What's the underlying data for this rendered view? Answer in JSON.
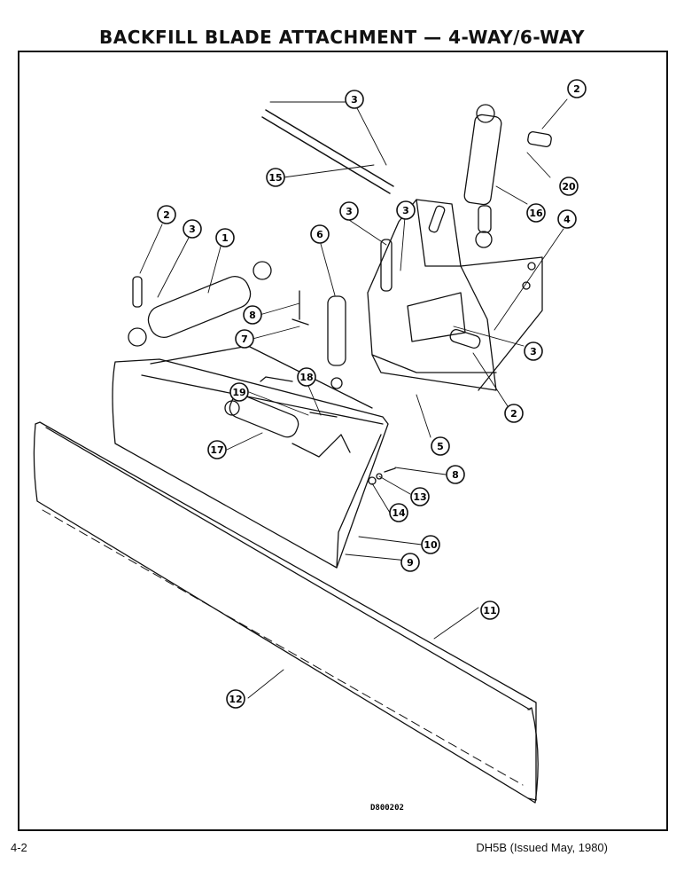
{
  "header": {
    "title": "BACKFILL BLADE ATTACHMENT — 4-WAY/6-WAY"
  },
  "footer": {
    "page_number": "4-2",
    "document": "DH5B (Issued May, 1980)"
  },
  "diagram": {
    "drawing_id": "D800202",
    "callouts": [
      "3",
      "2",
      "15",
      "3",
      "20",
      "16",
      "3",
      "2",
      "3",
      "1",
      "6",
      "4",
      "8",
      "7",
      "3",
      "18",
      "19",
      "2",
      "17",
      "5",
      "8",
      "13",
      "14",
      "10",
      "9",
      "11",
      "12"
    ]
  }
}
